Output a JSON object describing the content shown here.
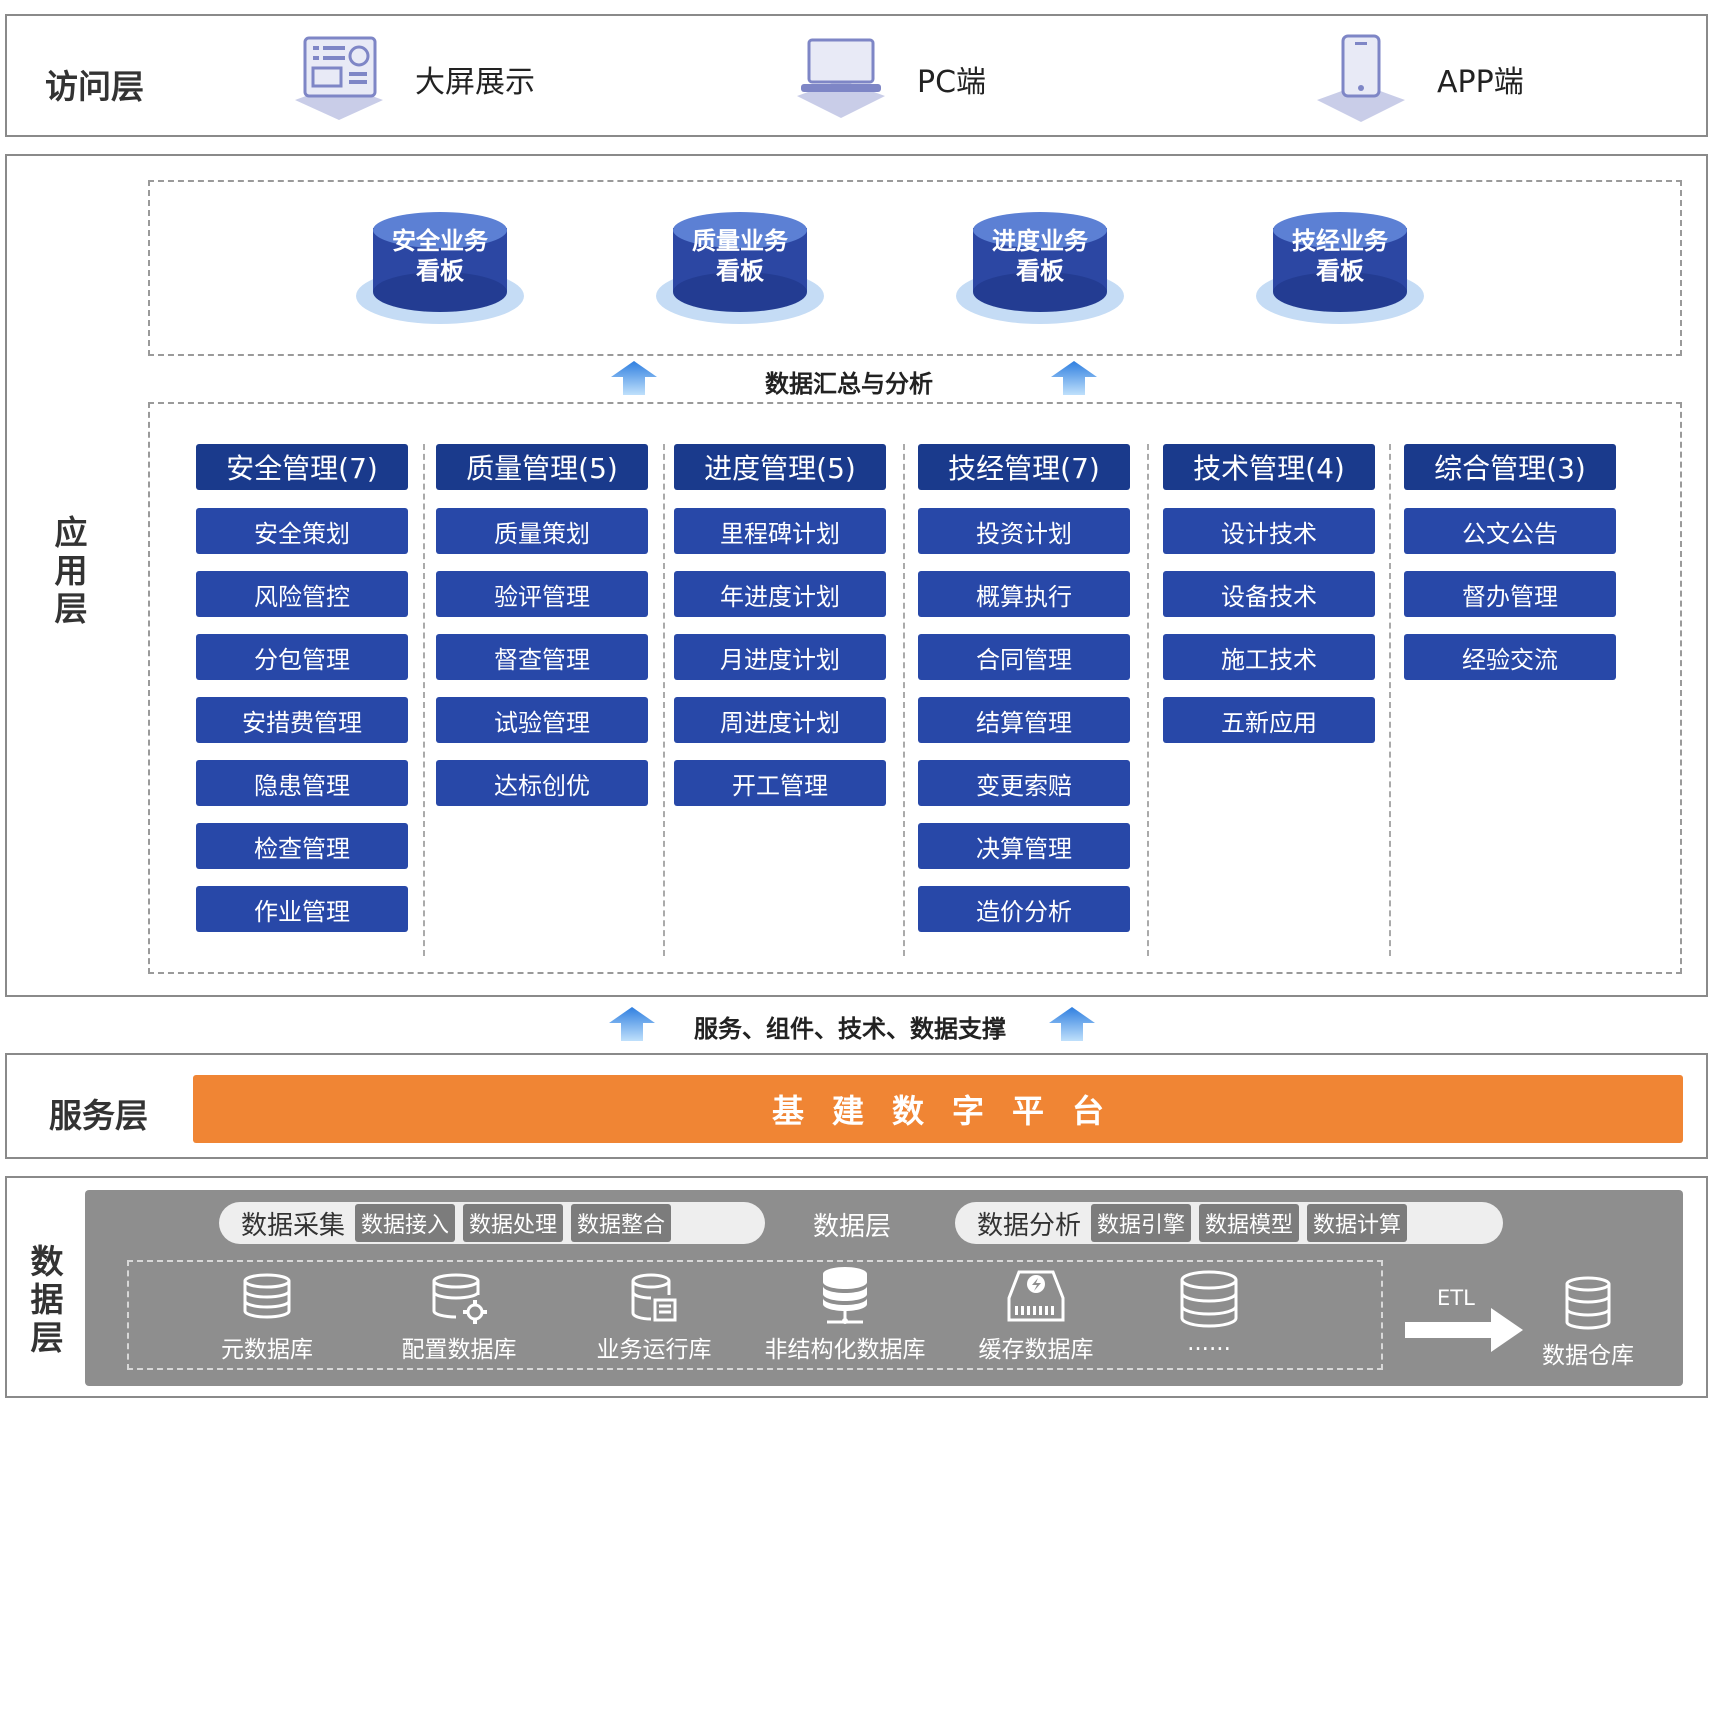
{
  "access": {
    "label": "访问层",
    "items": [
      {
        "label": "大屏展示",
        "icon": "dashboard-icon"
      },
      {
        "label": "PC端",
        "icon": "laptop-icon"
      },
      {
        "label": "APP端",
        "icon": "phone-icon"
      }
    ]
  },
  "application": {
    "label": "应用层",
    "label_chars": [
      "应",
      "用",
      "层"
    ],
    "boards": [
      {
        "line1": "安全业务",
        "line2": "看板"
      },
      {
        "line1": "质量业务",
        "line2": "看板"
      },
      {
        "line1": "进度业务",
        "line2": "看板"
      },
      {
        "line1": "技经业务",
        "line2": "看板"
      }
    ],
    "summary_text": "数据汇总与分析",
    "columns": [
      {
        "title": "安全管理(7)",
        "items": [
          "安全策划",
          "风险管控",
          "分包管理",
          "安措费管理",
          "隐患管理",
          "检查管理",
          "作业管理"
        ]
      },
      {
        "title": "质量管理(5)",
        "items": [
          "质量策划",
          "验评管理",
          "督查管理",
          "试验管理",
          "达标创优"
        ]
      },
      {
        "title": "进度管理(5)",
        "items": [
          "里程碑计划",
          "年进度计划",
          "月进度计划",
          "周进度计划",
          "开工管理"
        ]
      },
      {
        "title": "技经管理(7)",
        "items": [
          "投资计划",
          "概算执行",
          "合同管理",
          "结算管理",
          "变更索赔",
          "决算管理",
          "造价分析"
        ]
      },
      {
        "title": "技术管理(4)",
        "items": [
          "设计技术",
          "设备技术",
          "施工技术",
          "五新应用"
        ]
      },
      {
        "title": "综合管理(3)",
        "items": [
          "公文公告",
          "督办管理",
          "经验交流"
        ]
      }
    ]
  },
  "support_text": "服务、组件、技术、数据支撑",
  "service": {
    "label": "服务层",
    "platform": "基建数字平台"
  },
  "data": {
    "label": "数据层",
    "label_chars": [
      "数",
      "据",
      "层"
    ],
    "center_title": "数据层",
    "collect": {
      "title": "数据采集",
      "chips": [
        "数据接入",
        "数据处理",
        "数据整合"
      ]
    },
    "analyze": {
      "title": "数据分析",
      "chips": [
        "数据引擎",
        "数据模型",
        "数据计算"
      ]
    },
    "databases": [
      {
        "label": "元数据库",
        "icon": "database-stack-icon"
      },
      {
        "label": "配置数据库",
        "icon": "database-gear-icon"
      },
      {
        "label": "业务运行库",
        "icon": "database-doc-icon"
      },
      {
        "label": "非结构化数据库",
        "icon": "database-network-icon"
      },
      {
        "label": "缓存数据库",
        "icon": "cache-drive-icon"
      },
      {
        "label": "......",
        "icon": "database-icon"
      }
    ],
    "etl_label": "ETL",
    "warehouse": "数据仓库"
  },
  "colors": {
    "navy": "#1a3a8c",
    "item_blue": "#2848a8",
    "orange": "#f08534",
    "gray_panel": "#8e8e8e"
  }
}
